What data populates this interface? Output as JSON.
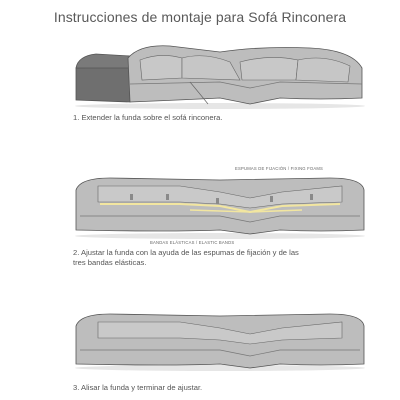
{
  "title": "Instrucciones de montaje para Sofá Rinconera",
  "steps": [
    {
      "caption": "1. Extender la funda sobre el sofá rinconera."
    },
    {
      "caption_line1": "2. Ajustar la funda con la ayuda de las espumas de fijación y de las",
      "caption_line2": "tres bandas elásticas.",
      "foam_label": "ESPUMAS DE FIJACIÓN / FIXING FOAMS",
      "bands_label": "BANDAS ELÁSTICAS / ELASTIC BANDS"
    },
    {
      "caption": "3. Alisar la funda y terminar de ajustar."
    }
  ],
  "colors": {
    "sofa_fill": "#bdbdbd",
    "sofa_dark": "#6f6f6f",
    "outline": "#555555",
    "band": "#f2e6a0"
  }
}
